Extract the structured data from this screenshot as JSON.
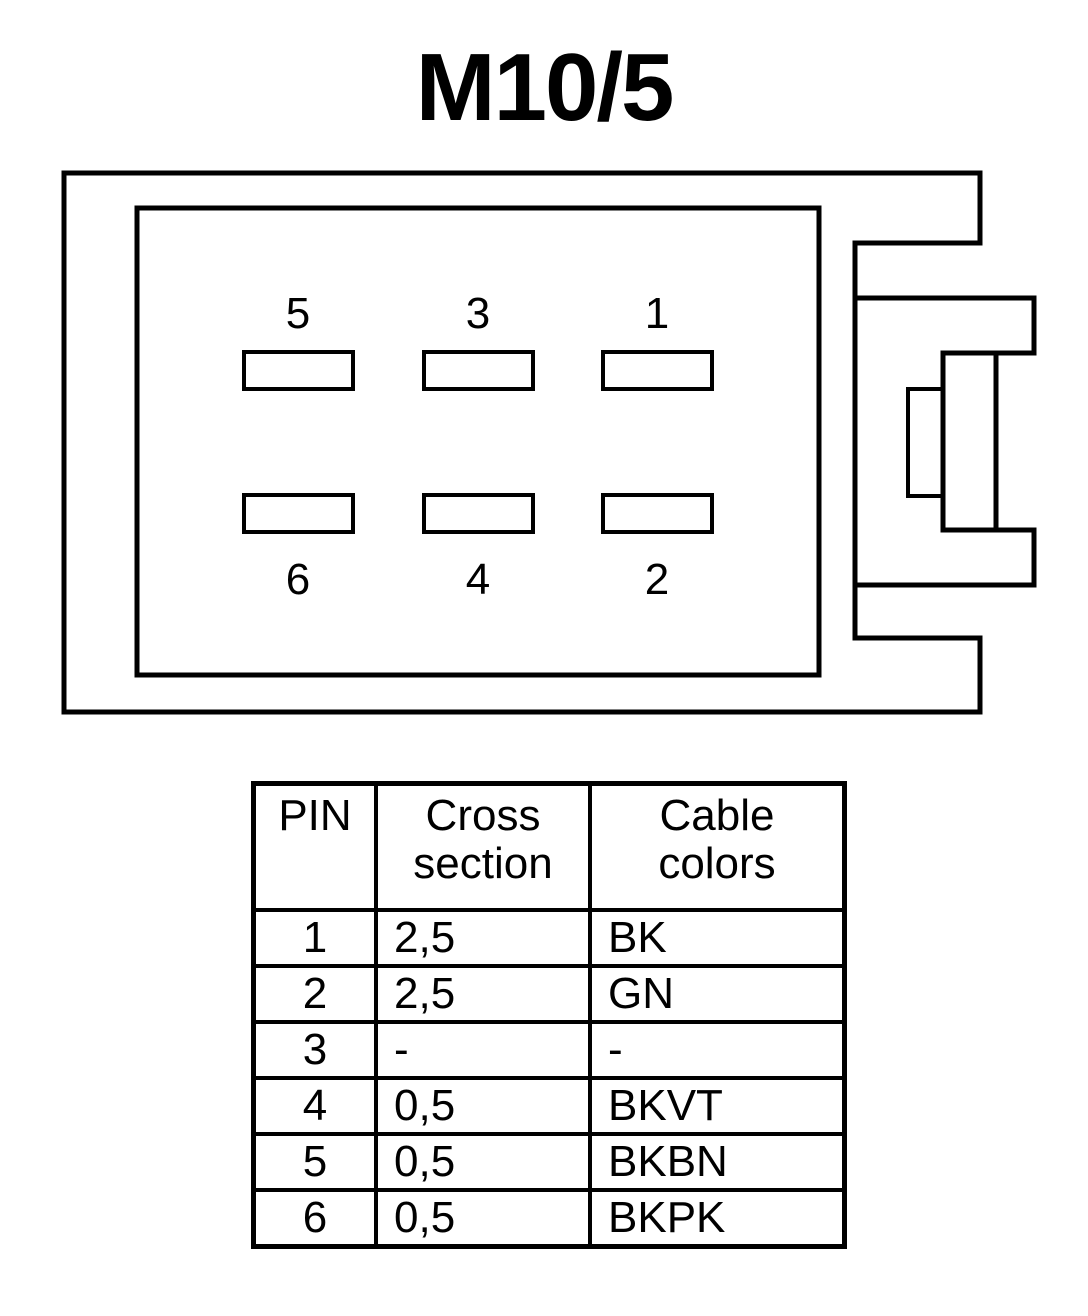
{
  "title": "M10/5",
  "connector": {
    "pins_top": [
      "5",
      "3",
      "1"
    ],
    "pins_bottom": [
      "6",
      "4",
      "2"
    ]
  },
  "table": {
    "headers": {
      "pin": "PIN",
      "cross_section_line1": "Cross",
      "cross_section_line2": "section",
      "cable_colors_line1": "Cable",
      "cable_colors_line2": "colors"
    },
    "rows": [
      {
        "pin": "1",
        "cross_section": "2,5",
        "cable_color": "BK"
      },
      {
        "pin": "2",
        "cross_section": "2,5",
        "cable_color": "GN"
      },
      {
        "pin": "3",
        "cross_section": "-",
        "cable_color": "-"
      },
      {
        "pin": "4",
        "cross_section": "0,5",
        "cable_color": "BKVT"
      },
      {
        "pin": "5",
        "cross_section": "0,5",
        "cable_color": "BKBN"
      },
      {
        "pin": "6",
        "cross_section": "0,5",
        "cable_color": "BKPK"
      }
    ]
  }
}
